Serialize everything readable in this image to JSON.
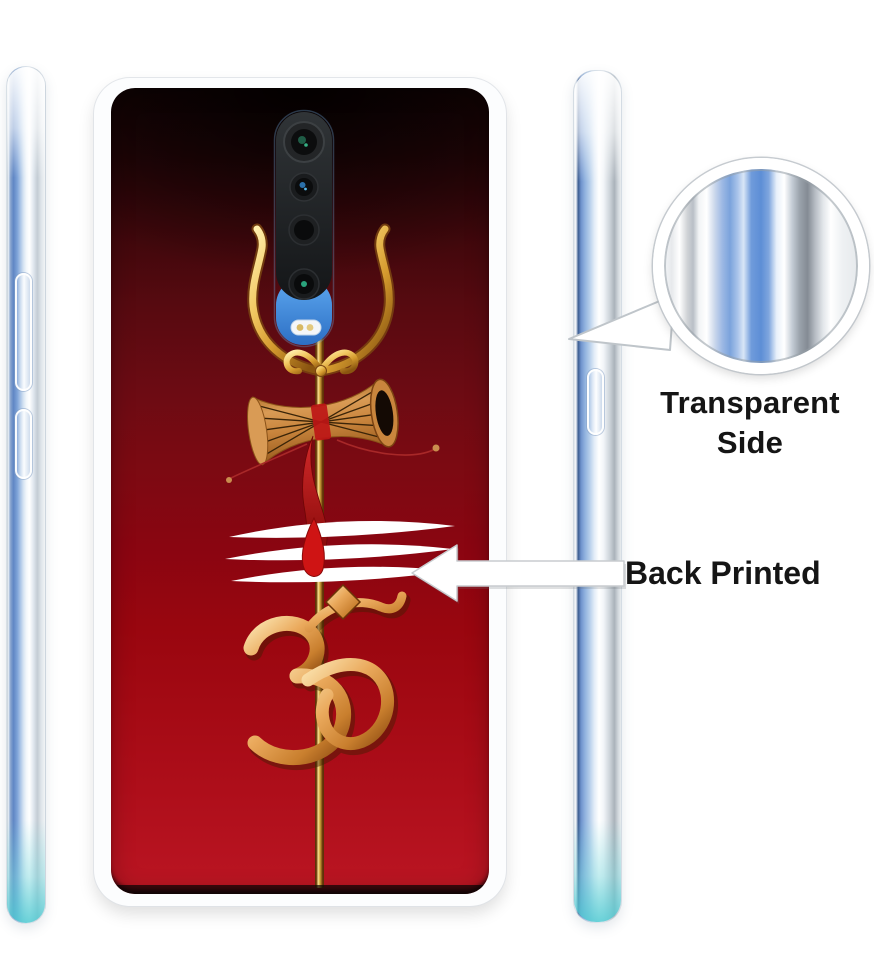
{
  "labels": {
    "transparent_side": "Transparent Side",
    "back_printed": "Back Printed"
  },
  "artwork": {
    "theme": "Om Trishul Damaru print on red gradient phone back",
    "elements": [
      "camera-module",
      "trishul-trident",
      "damaru-drum",
      "red-ribbon",
      "tripundra-stripes",
      "om-symbol"
    ]
  },
  "colors": {
    "print_red_dark": "#1c0506",
    "print_red": "#8a0511",
    "print_red_bright": "#ba1622",
    "gold": "#d8a43c",
    "case_blue": "#6f9bdb",
    "camera_blue": "#3f8ede",
    "drum_tan": "#c9853d",
    "stripe_white": "#ffffff",
    "label_text": "#151515"
  }
}
